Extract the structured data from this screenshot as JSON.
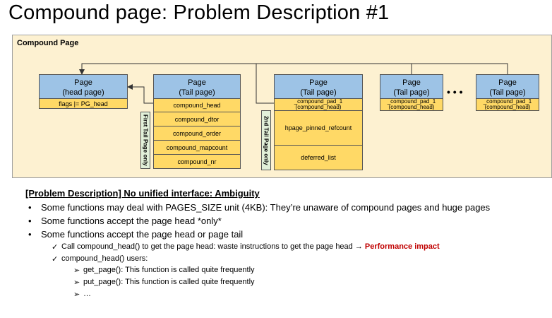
{
  "title": "Compound page: Problem Description #1",
  "diagram": {
    "label": "Compound Page",
    "head_page": {
      "line1": "Page",
      "line2": "(head page)",
      "field": "flags |= PG_head"
    },
    "first_tail": {
      "line1": "Page",
      "line2": "(Tail page)",
      "fields": [
        "compound_head",
        "compound_dtor",
        "compound_order",
        "compound_mapcount",
        "compound_nr"
      ],
      "side_label": "First Tail Page only"
    },
    "second_tail": {
      "line1": "Page",
      "line2": "(Tail page)",
      "pad_line1": "_compound_pad_1",
      "pad_line2": "(compound_head)",
      "fields": [
        "hpage_pinned_refcount",
        "deferred_list"
      ],
      "side_label": "2nd Tail Page only"
    },
    "tail3": {
      "line1": "Page",
      "line2": "(Tail page)",
      "pad_line1": "_compound_pad_1",
      "pad_line2": "(compound_head)"
    },
    "ellipsis": "• • •",
    "tail4": {
      "line1": "Page",
      "line2": "(Tail page)",
      "pad_line1": "_compound_pad_1",
      "pad_line2": "(compound_head)"
    }
  },
  "problem": {
    "heading": "[Problem Description] No unified interface: Ambiguity",
    "bullets": [
      "Some functions may deal with PAGES_SIZE unit  (4KB): They’re unaware of compound pages and huge pages",
      "Some functions accept the page head *only*",
      "Some functions accept the page head or page tail"
    ],
    "bullet_marker": "•",
    "check_marker": "✓",
    "arrow_marker": "➢",
    "check1_text": "Call compound_head() to get the page head: waste instructions to get the page head → ",
    "check1_emph": "Performance impact",
    "check2_text": "compound_head() users:",
    "users": [
      "get_page(): This function is called quite frequently",
      "put_page(): This function is called quite frequently",
      "…"
    ]
  }
}
